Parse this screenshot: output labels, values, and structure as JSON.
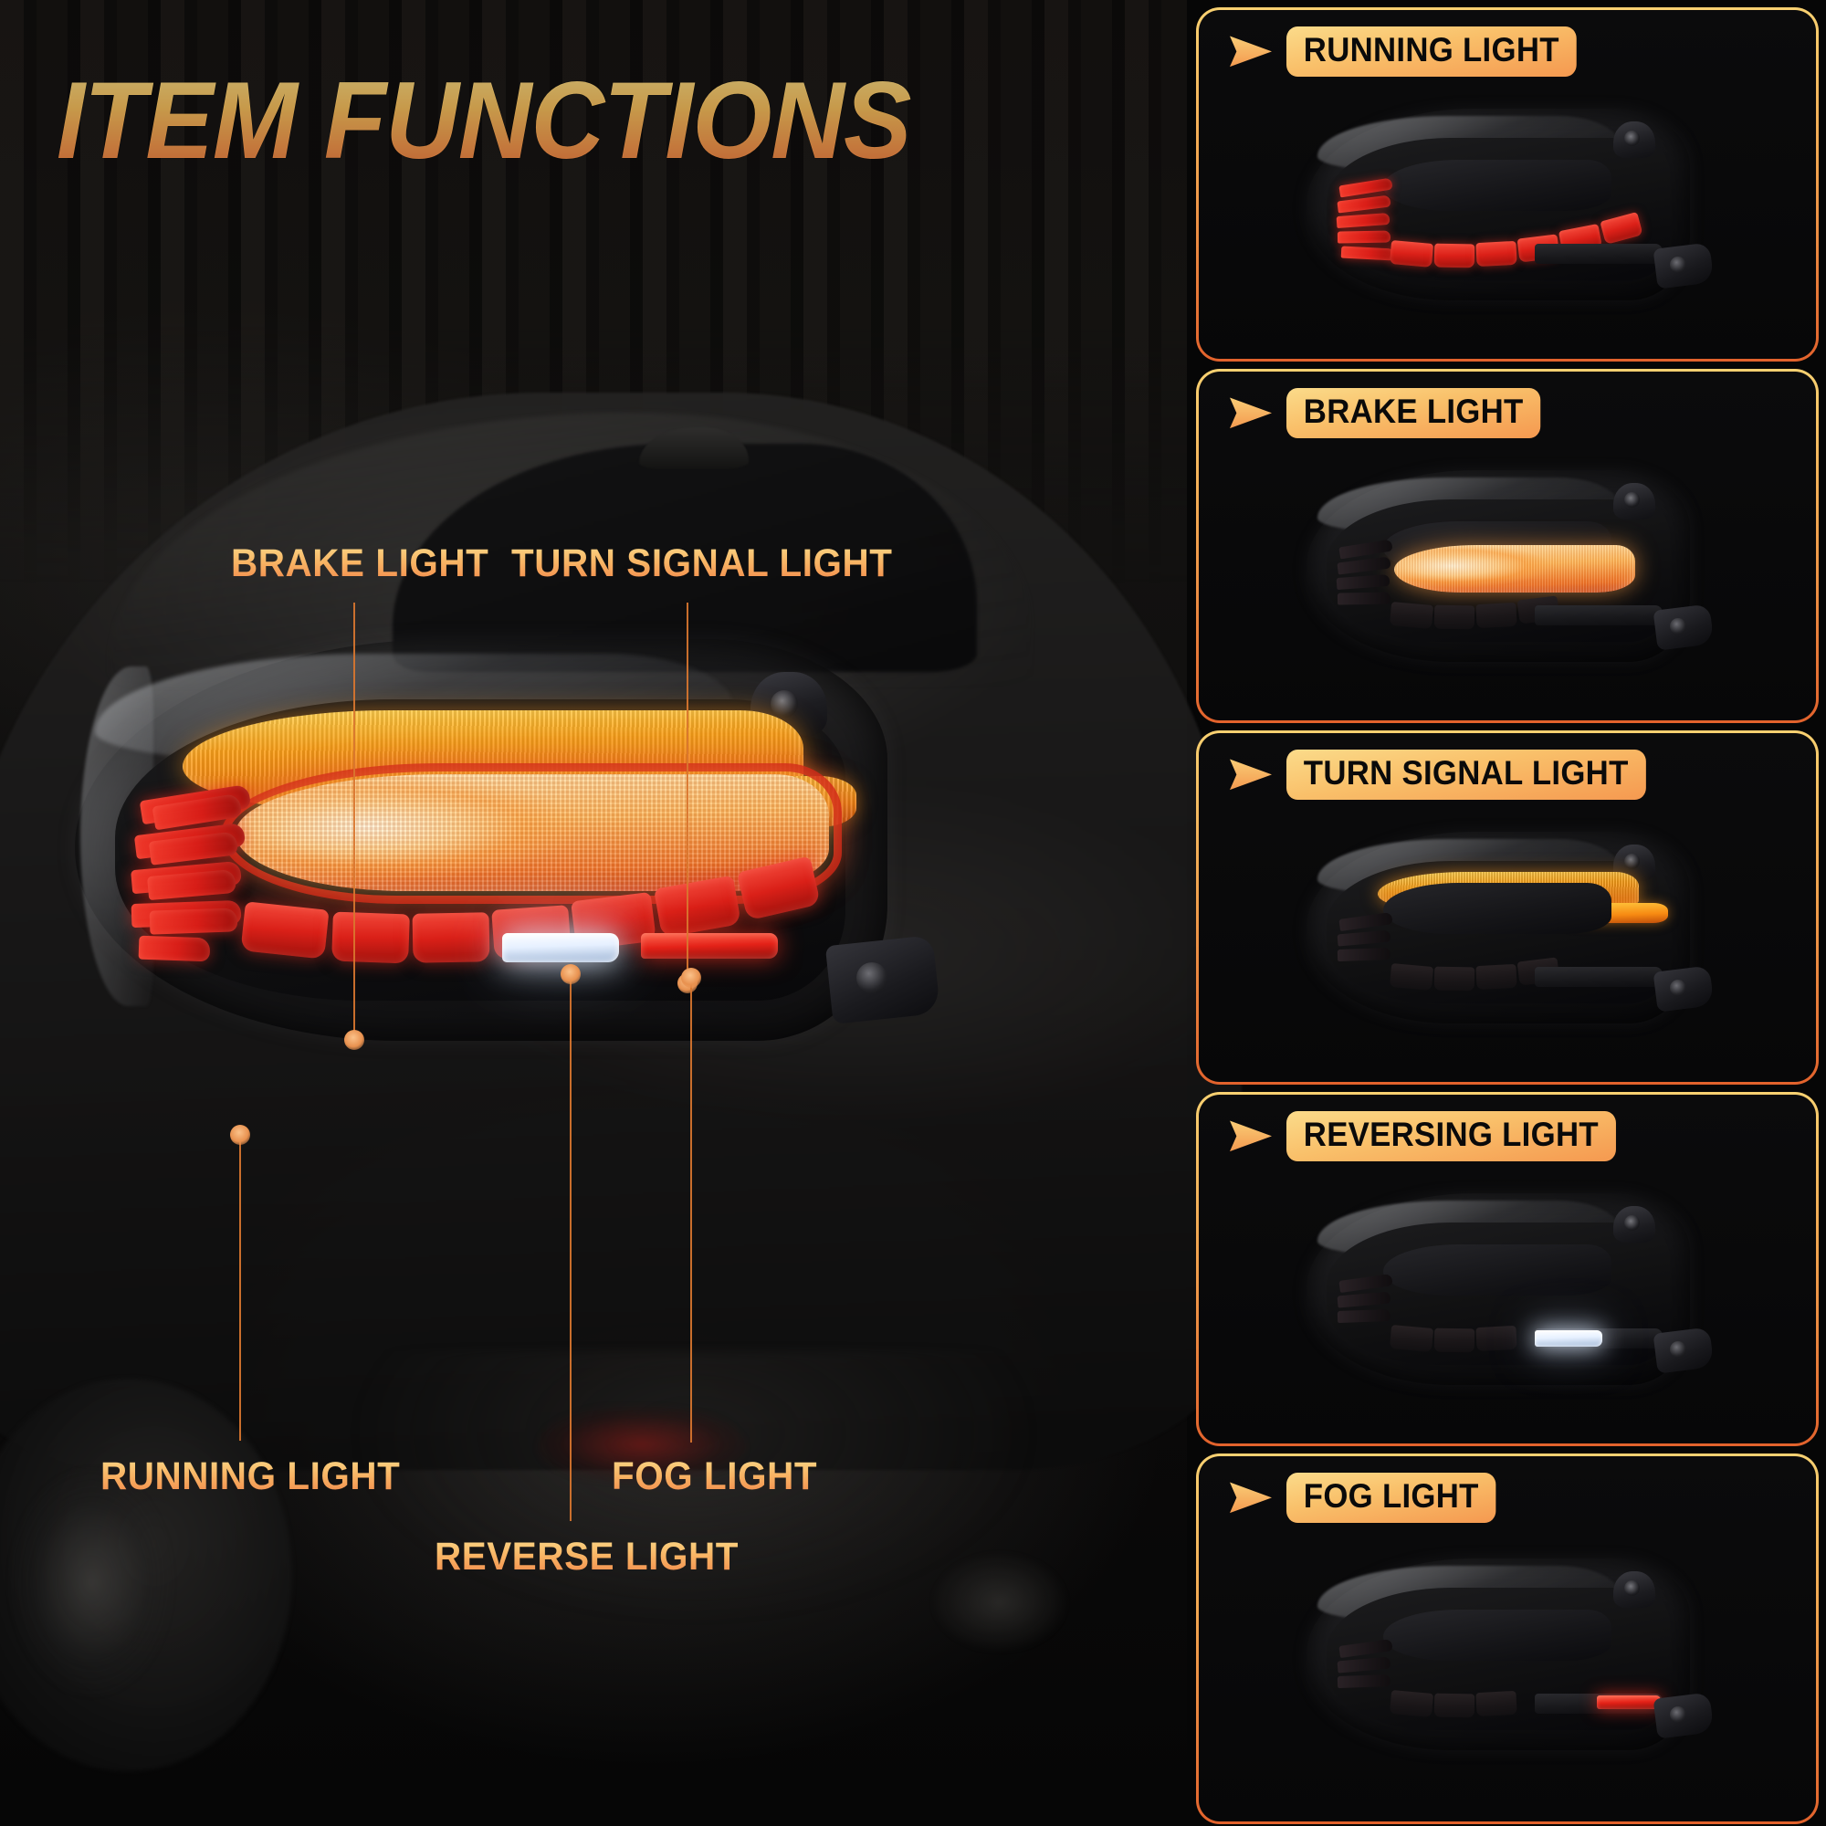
{
  "page": {
    "title": "ITEM FUNCTIONS",
    "background_color": "#060606",
    "accent_color": "#F2884A",
    "accent_light": "#FBD887",
    "accent_deep": "#E2622C"
  },
  "hero": {
    "product": "LED tail light assembly",
    "callouts": [
      {
        "id": "brake-light",
        "label": "BRAKE LIGHT"
      },
      {
        "id": "turn-signal-light",
        "label": "TURN SIGNAL LIGHT"
      },
      {
        "id": "running-light",
        "label": "RUNNING LIGHT"
      },
      {
        "id": "reverse-light",
        "label": "REVERSE LIGHT"
      },
      {
        "id": "fog-light",
        "label": "FOG LIGHT"
      }
    ]
  },
  "panels": [
    {
      "id": "running-light",
      "label": "RUNNING LIGHT",
      "arrow": "triangle-right-icon"
    },
    {
      "id": "brake-light",
      "label": "BRAKE LIGHT",
      "arrow": "triangle-right-icon"
    },
    {
      "id": "turn-signal-light",
      "label": "TURN SIGNAL LIGHT",
      "arrow": "triangle-right-icon"
    },
    {
      "id": "reversing-light",
      "label": "REVERSING LIGHT",
      "arrow": "triangle-right-icon"
    },
    {
      "id": "fog-light",
      "label": "FOG LIGHT",
      "arrow": "triangle-right-icon"
    }
  ]
}
